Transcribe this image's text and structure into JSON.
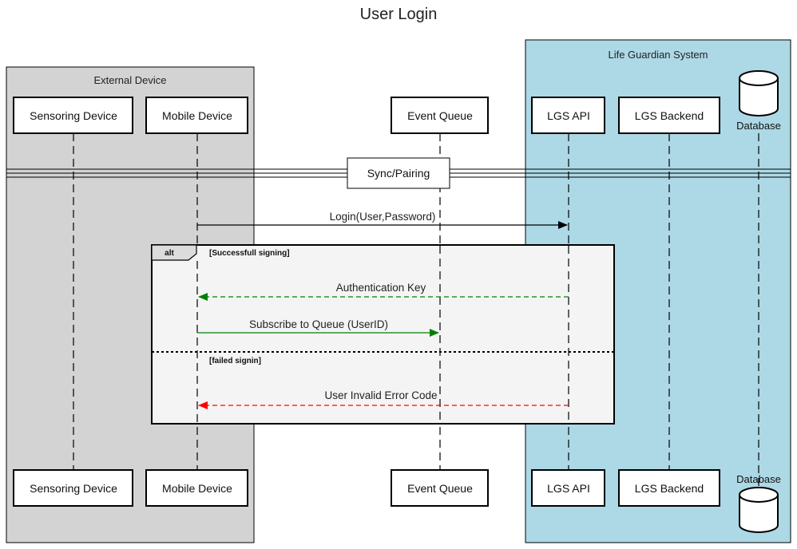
{
  "title": "User Login",
  "groups": {
    "external": {
      "label": "External Device",
      "fill": "#d3d3d3"
    },
    "lgs": {
      "label": "Life Guardian System",
      "fill": "#add8e6"
    }
  },
  "participants": {
    "sensoring": "Sensoring Device",
    "mobile": "Mobile Device",
    "queue": "Event Queue",
    "api": "LGS API",
    "backend": "LGS Backend",
    "database": "Database"
  },
  "divider": {
    "label": "Sync/Pairing"
  },
  "messages": {
    "login": "Login(User,Password)",
    "auth_key": "Authentication Key",
    "subscribe": "Subscribe to Queue (UserID)",
    "error_code": "User Invalid Error Code"
  },
  "fragment": {
    "operator": "alt",
    "guard_success": "[Successfull signing]",
    "guard_failed": "[failed signin]",
    "fill": "#f4f4f4"
  },
  "colors": {
    "success_arrow": "#008000",
    "error_arrow": "#ff0000",
    "normal_arrow": "#000000"
  }
}
